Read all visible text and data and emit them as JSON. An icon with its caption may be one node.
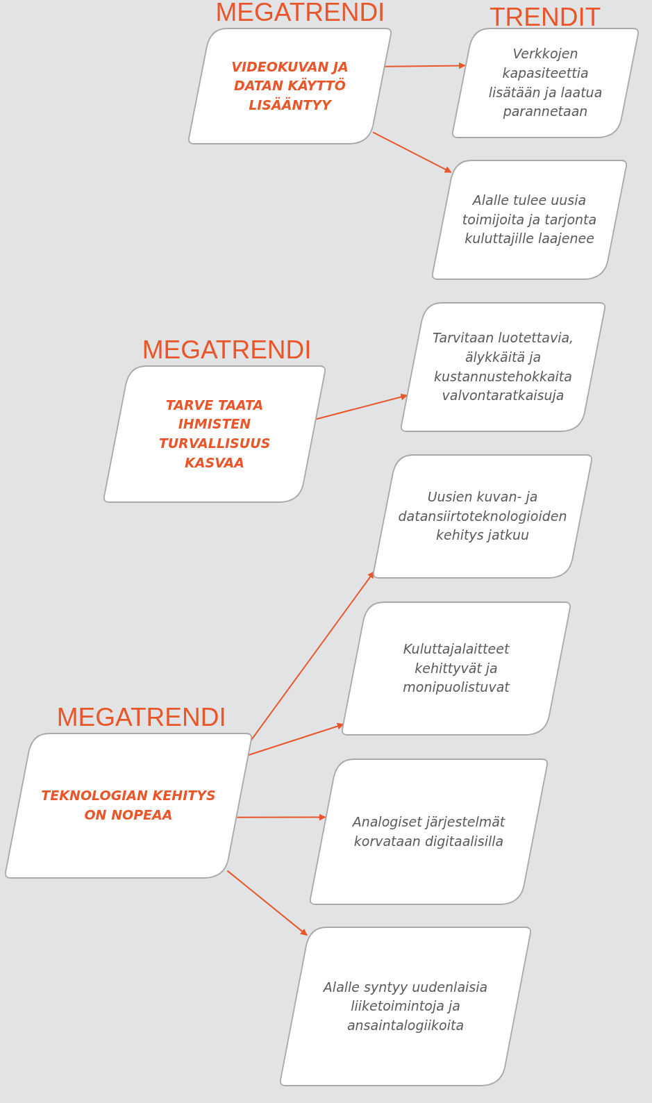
{
  "diagram": {
    "nodes": [
      {
        "text": [
          "MEGATRENDI",
          "VIDEOKUVAN JA DATAN KÄYTTÖ LISÄÄNTYY"
        ]
      },
      {
        "text": [
          "Verkkojen kapasiteettia lisätään ja laatua parannetaan"
        ]
      },
      {
        "text": [
          "Alalle tulee uusia toimijoita ja tarjonta kuluttajille laajenee"
        ]
      },
      {
        "text": [
          "MEGATRENDI",
          "TARVE TAATA IHMISTEN TURVALLISUUS KASVAA"
        ]
      },
      {
        "text": [
          "Tarvitaan luotettavia, älykkäitä ja kustannustehokkaita valvontaratkaisuja"
        ]
      },
      {
        "text": [
          "Uusien kuvan- ja datansiirtoteknologioiden kehitys jatkuu"
        ]
      },
      {
        "text": [
          "Kuluttajalaitteet kehittyvät ja monipuolistuvat"
        ]
      },
      {
        "text": [
          "Analogiset järjestelmät korvataan digitaalisilla"
        ]
      },
      {
        "text": [
          "Alalle syntyy uudenlaisia liiketoimintoja ja ansaintalogiikoita"
        ]
      },
      {
        "text": [
          "MEGATRENDI",
          "TEKNOLOGIAN KEHITYS ON NOPEAA"
        ]
      }
    ],
    "edges": [
      {
        "from": 0,
        "to": 1,
        "arrow": "to"
      },
      {
        "from": 0,
        "to": 2,
        "arrow": "to"
      },
      {
        "from": 3,
        "to": 4,
        "arrow": "to"
      },
      {
        "from": 9,
        "to": 5,
        "arrow": "to"
      },
      {
        "from": 9,
        "to": 6,
        "arrow": "to"
      },
      {
        "from": 9,
        "to": 7,
        "arrow": "to"
      },
      {
        "from": 9,
        "to": 8,
        "arrow": "to"
      }
    ],
    "labels": [
      "TRENDIT"
    ]
  }
}
